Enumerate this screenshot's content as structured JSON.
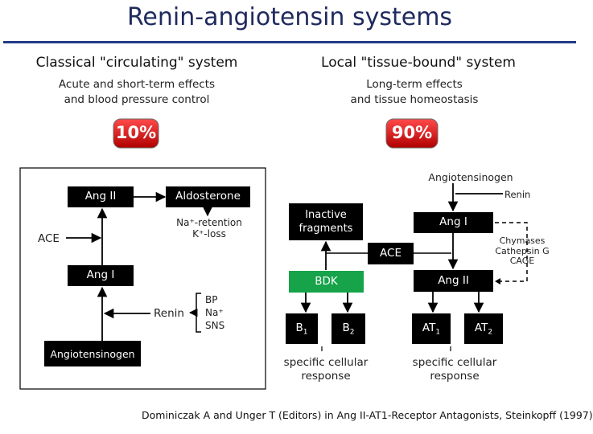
{
  "title": "Renin-angiotensin systems",
  "classical": {
    "heading": "Classical \"circulating\" system",
    "effects_line1": "Acute and short-term effects",
    "effects_line2": "and blood pressure control",
    "percent": "10%",
    "diagram": {
      "ang2": "Ang II",
      "aldosterone": "Aldosterone",
      "na_retention": "Na⁺-retention",
      "k_loss": "K⁺-loss",
      "ace": "ACE",
      "ang1": "Ang I",
      "renin": "Renin",
      "bp": "BP",
      "na": "Na⁺",
      "sns": "SNS",
      "angiotensinogen": "Angiotensinogen"
    }
  },
  "local": {
    "heading": "Local \"tissue-bound\" system",
    "effects_line1": "Long-term effects",
    "effects_line2": "and tissue homeostasis",
    "percent": "90%",
    "diagram": {
      "angiotensinogen": "Angiotensinogen",
      "renin": "Renin",
      "inactive_line1": "Inactive",
      "inactive_line2": "fragments",
      "ang1": "Ang I",
      "chymases": "Chymases",
      "cathepsin": "Cathepsin G",
      "cage": "CAGE",
      "ace": "ACE",
      "bdk": "BDK",
      "ang2": "Ang II",
      "b1_base": "B",
      "b1_sub": "1",
      "b2_base": "B",
      "b2_sub": "2",
      "at1_base": "AT",
      "at1_sub": "1",
      "at2_base": "AT",
      "at2_sub": "2",
      "resp_left_line1": "specific cellular",
      "resp_left_line2": "response",
      "resp_right_line1": "specific cellular",
      "resp_right_line2": "response"
    }
  },
  "footer": "Dominiczak A and Unger T (Editors) in Ang II-AT1-Receptor Antagonists, Steinkopff  (1997)",
  "colors": {
    "title": "#1f2a5e",
    "rule": "#233a86",
    "red_gradient_top": "#ff3b3b",
    "red_gradient_bottom": "#b30000",
    "green_box": "#16a34a",
    "black": "#000000"
  }
}
